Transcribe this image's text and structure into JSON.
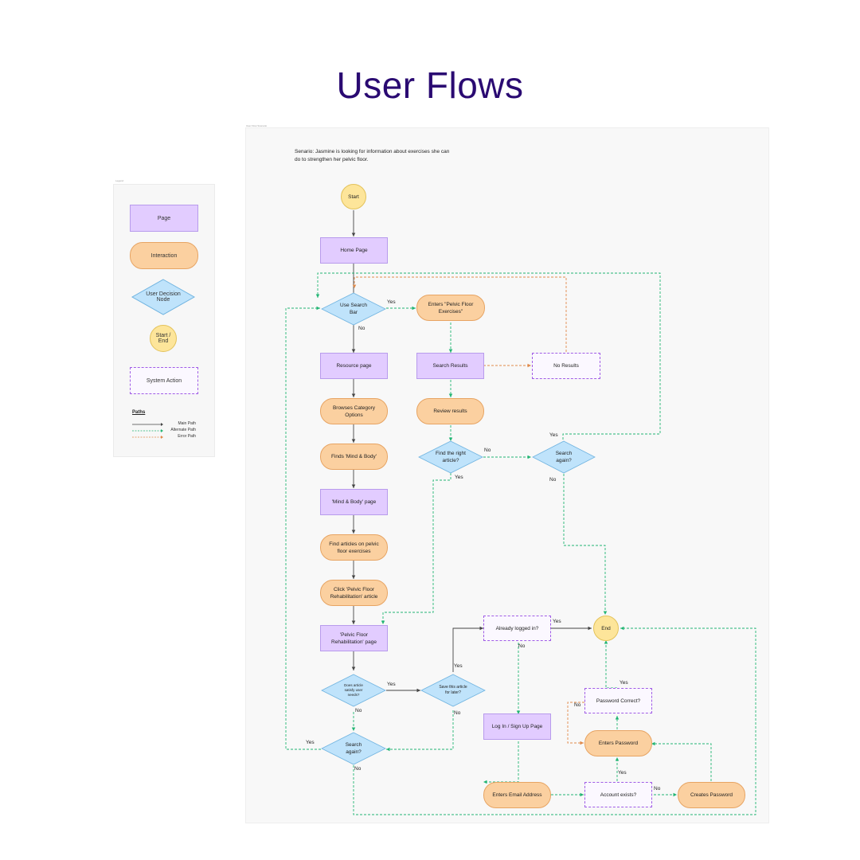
{
  "title": "User Flows",
  "legend": {
    "panel_label": "Legend",
    "page": "Page",
    "interaction": "Interaction",
    "decision": "User Decision Node",
    "start_end": "Start / End",
    "system_action": "System Action",
    "paths_title": "Paths",
    "main_path": "Main Path",
    "alternate_path": "Alternate Path",
    "error_path": "Error Path"
  },
  "flow": {
    "panel_label": "User Flow Scenario",
    "scenario": "Senario: Jasmine is looking for information about exercises she can do to strengthen her pelvic floor.",
    "nodes": {
      "start": "Start",
      "home": "Home Page",
      "use_search": "Use Search Bar",
      "enters_pfe": "Enters \"Pelvic Floor Exercises\"",
      "resource_page": "Resource page",
      "search_results": "Search Results",
      "no_results": "No Results",
      "browses": "Browses Category Options",
      "review": "Review results",
      "finds_mb": "Finds 'Mind & Body'",
      "find_article": "Find the right article?",
      "search_again_right": "Search again?",
      "mb_page": "'Mind & Body' page",
      "find_articles": "Find articles on pelvic floor exercises",
      "click_prh": "Click 'Pelvic Floor Rehabilitation' article",
      "prh_page": "'Pelvic Floor Rehabilitation' page",
      "already_logged": "Already logged in?",
      "end": "End",
      "satisfy": "Does article satisfy user needs?",
      "save_later": "Save this article for later?",
      "password_correct": "Password Correct?",
      "login_page": "Log In / Sign Up Page",
      "enters_password": "Enters Password",
      "search_again_bottom": "Search again?",
      "enters_email": "Enters Email Address",
      "account_exists": "Account exists?",
      "creates_password": "Creates Password"
    },
    "edge_labels": {
      "yes": "Yes",
      "no": "No"
    }
  },
  "colors": {
    "title": "#2a0a72",
    "page_fill": "#e2ccff",
    "interaction_fill": "#fbd0a0",
    "decision_fill": "#bfe3fb",
    "start_end_fill": "#fde59a",
    "system_border": "#a05ce6",
    "main_path": "#444444",
    "alternate_path": "#22b573",
    "error_path": "#e08a4a"
  }
}
